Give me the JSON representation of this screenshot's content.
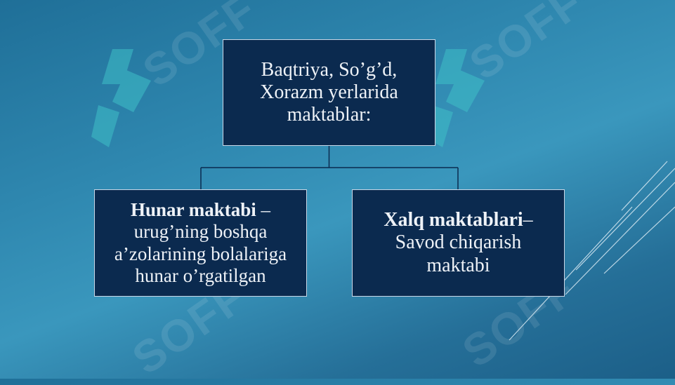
{
  "diagram": {
    "root": {
      "text": "Baqtriya, So’g’d, Xorazm yerlarida maktablar:"
    },
    "children": [
      {
        "title": "Hunar maktabi",
        "separator": " –",
        "description": "urug’ning boshqa a’zolarining bolalariga hunar o’rgatilgan"
      },
      {
        "title": "Xalq maktablari",
        "separator": "–",
        "description": "Savod chiqarish maktabi"
      }
    ]
  },
  "watermark": {
    "text": "SOFF"
  },
  "colors": {
    "box_fill": "#0b2a4f",
    "box_border": "#c9d6e6",
    "text": "#eef2f7",
    "background": "#2f88b0"
  }
}
